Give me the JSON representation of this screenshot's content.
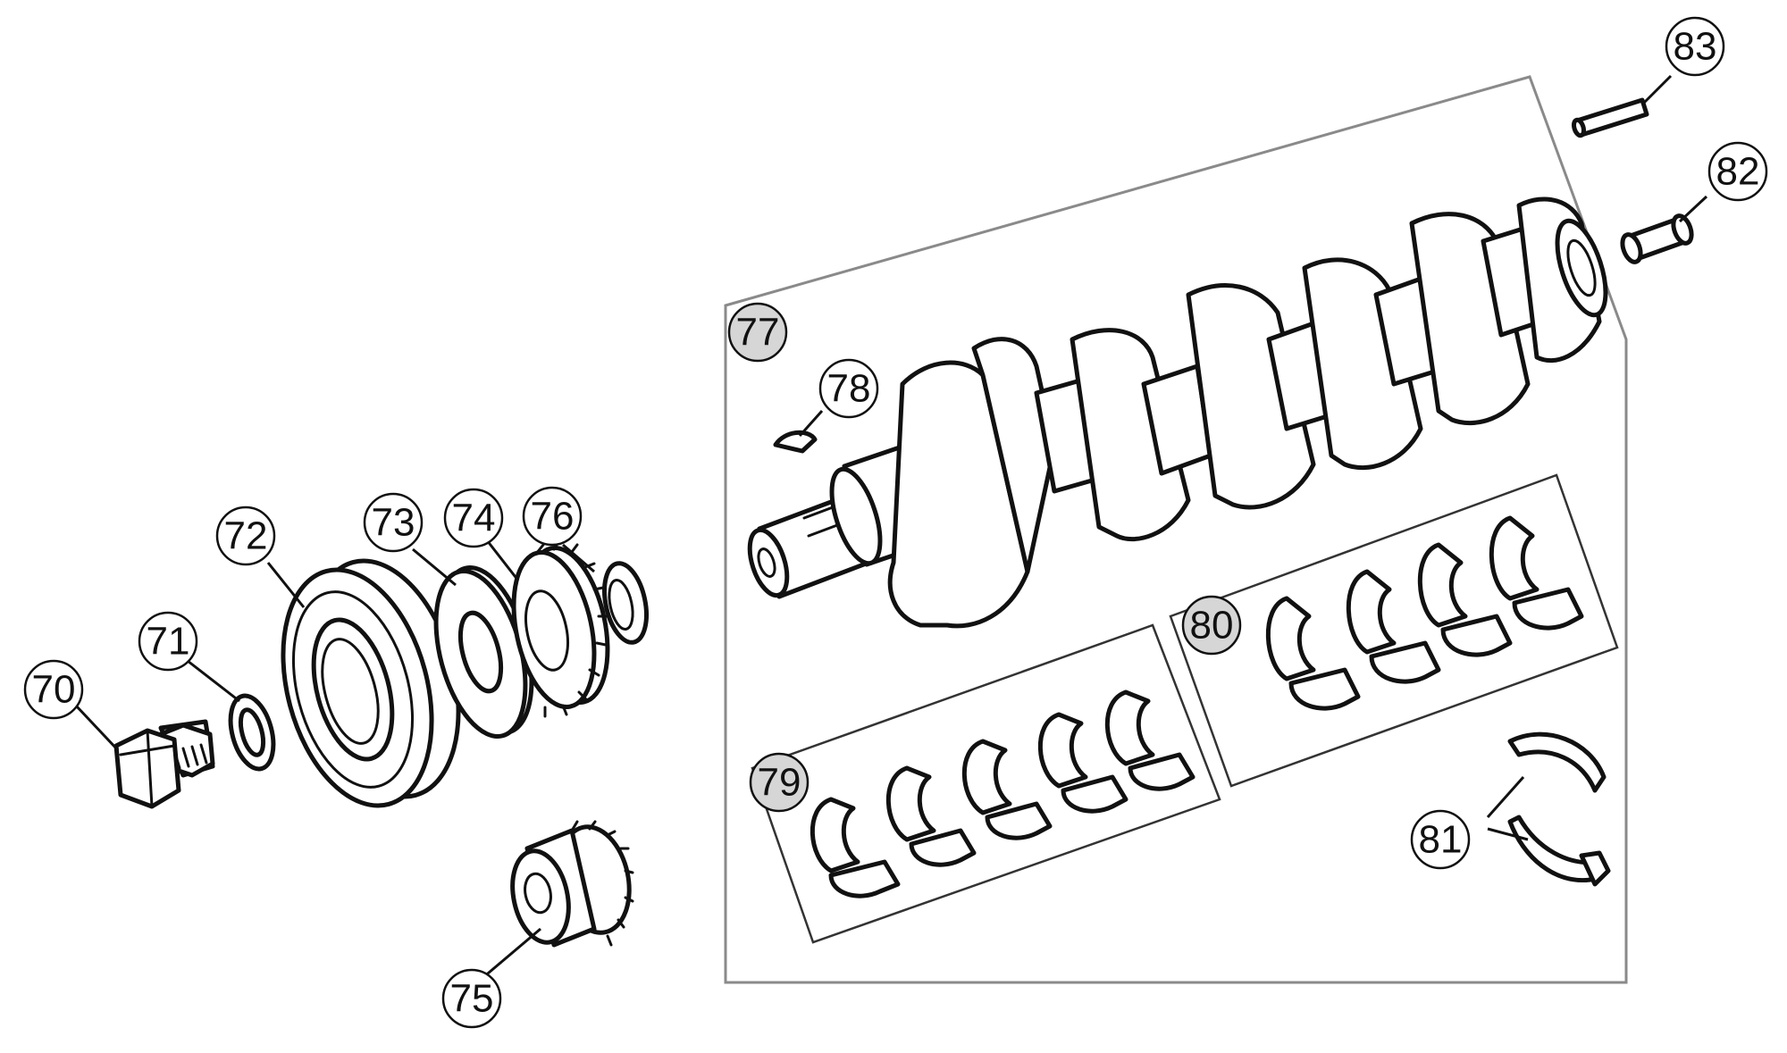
{
  "colors": {
    "line": "#111111",
    "frame": "#8a8a8a",
    "callout_fill": "#ffffff",
    "callout_fill_assembly": "#d6d6d6"
  },
  "callouts": [
    {
      "id": "c70",
      "label": "70",
      "assembly": false
    },
    {
      "id": "c71",
      "label": "71",
      "assembly": false
    },
    {
      "id": "c72",
      "label": "72",
      "assembly": false
    },
    {
      "id": "c73",
      "label": "73",
      "assembly": false
    },
    {
      "id": "c74",
      "label": "74",
      "assembly": false
    },
    {
      "id": "c75",
      "label": "75",
      "assembly": false
    },
    {
      "id": "c76",
      "label": "76",
      "assembly": false
    },
    {
      "id": "c77",
      "label": "77",
      "assembly": true
    },
    {
      "id": "c78",
      "label": "78",
      "assembly": false
    },
    {
      "id": "c79",
      "label": "79",
      "assembly": true
    },
    {
      "id": "c80",
      "label": "80",
      "assembly": true
    },
    {
      "id": "c81",
      "label": "81",
      "assembly": false
    },
    {
      "id": "c82",
      "label": "82",
      "assembly": false
    },
    {
      "id": "c83",
      "label": "83",
      "assembly": false
    }
  ]
}
